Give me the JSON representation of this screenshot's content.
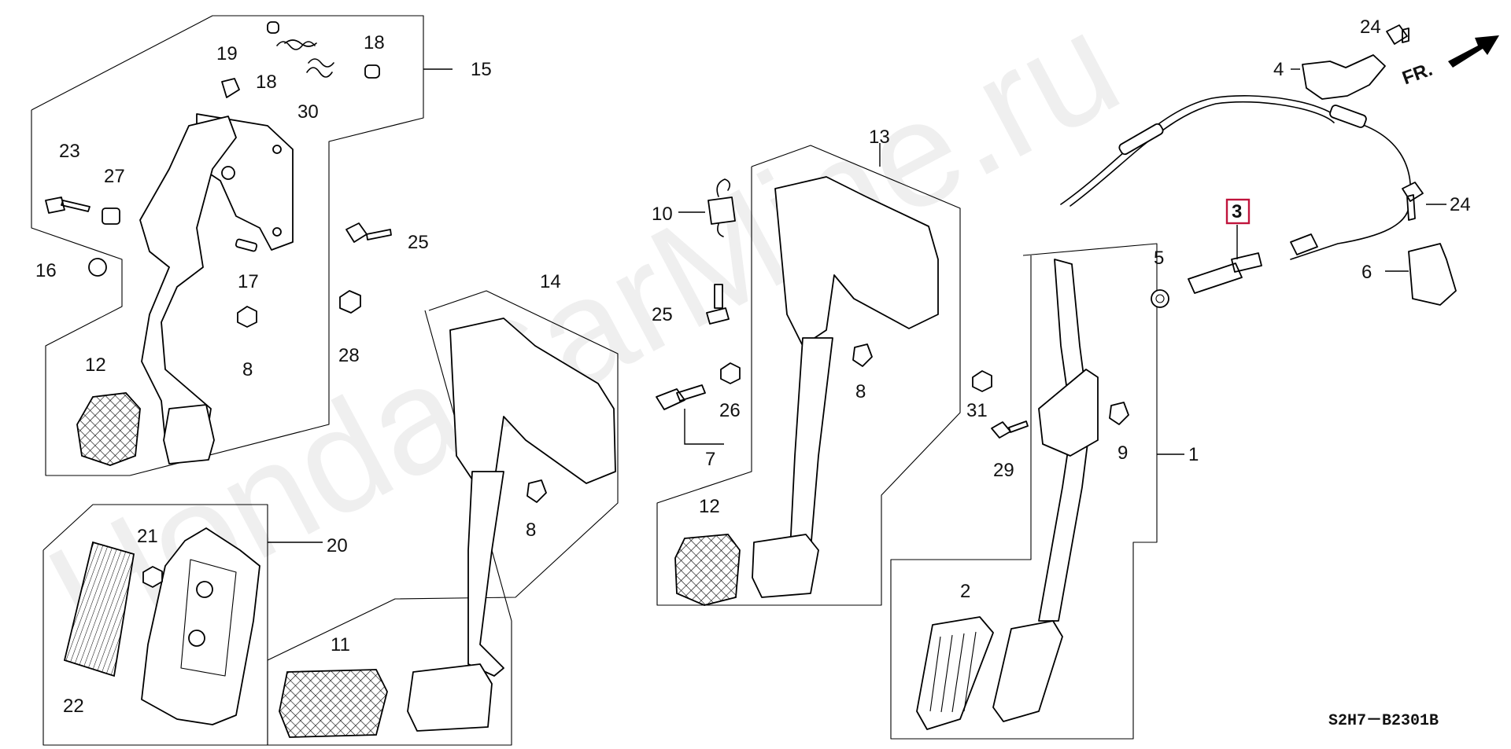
{
  "diagram": {
    "watermark": "HondaCarMine.ru",
    "code": "S2H7－B2301B",
    "direction_label": "FR.",
    "highlight_color": "#c0143c",
    "highlighted_part": "3",
    "callouts": {
      "c1": "1",
      "c2": "2",
      "c3": "3",
      "c4": "4",
      "c5": "5",
      "c6": "6",
      "c7": "7",
      "c8a": "8",
      "c8b": "8",
      "c8c": "8",
      "c9": "9",
      "c10": "10",
      "c11": "11",
      "c12a": "12",
      "c12b": "12",
      "c13": "13",
      "c14": "14",
      "c15": "15",
      "c16": "16",
      "c17": "17",
      "c18a": "18",
      "c18b": "18",
      "c19": "19",
      "c20": "20",
      "c21": "21",
      "c22": "22",
      "c23": "23",
      "c24a": "24",
      "c24b": "24",
      "c25a": "25",
      "c25b": "25",
      "c26": "26",
      "c27": "27",
      "c28": "28",
      "c29": "29",
      "c30": "30",
      "c31": "31"
    }
  }
}
